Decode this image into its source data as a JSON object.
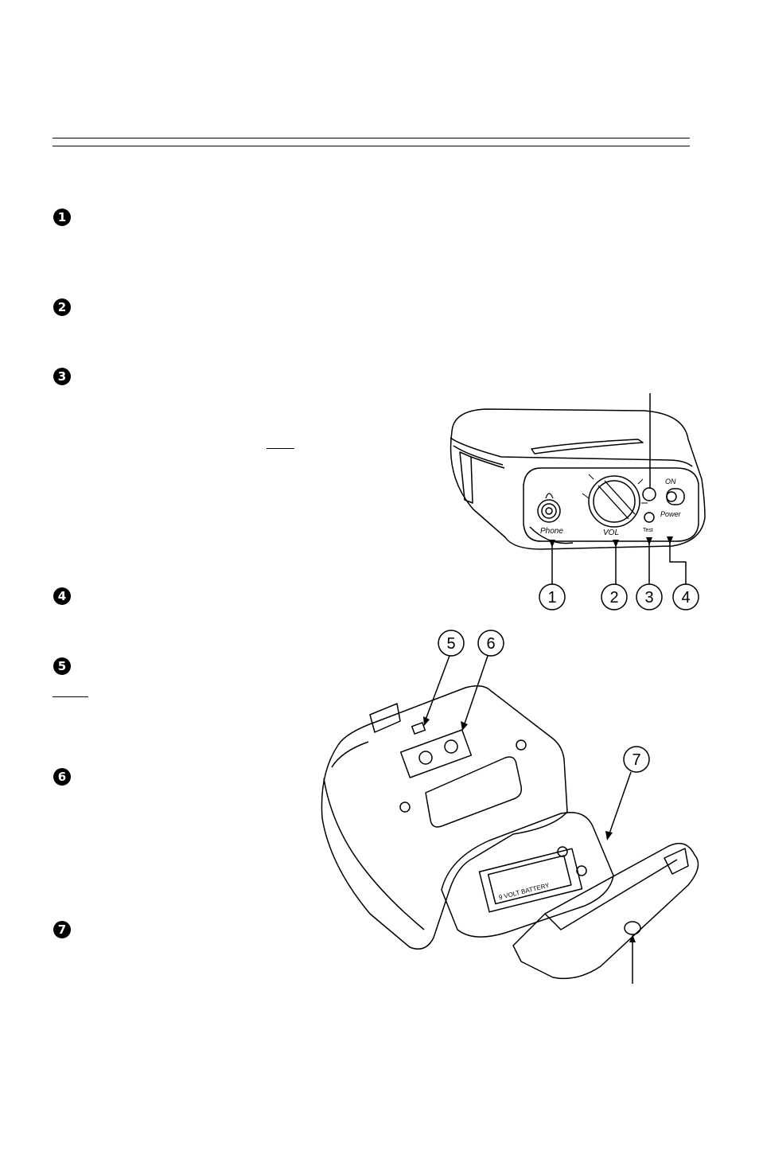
{
  "bullets": [
    "1",
    "2",
    "3",
    "4",
    "5",
    "6",
    "7"
  ],
  "front_view": {
    "labels": {
      "phone": "Phone",
      "vol": "VOL",
      "test": "Test",
      "on": "ON",
      "power": "Power"
    },
    "callouts": [
      "1",
      "2",
      "3",
      "4"
    ]
  },
  "open_view": {
    "callouts": [
      "5",
      "6",
      "7"
    ],
    "battery_label": "9 VOLT   BATTERY"
  }
}
